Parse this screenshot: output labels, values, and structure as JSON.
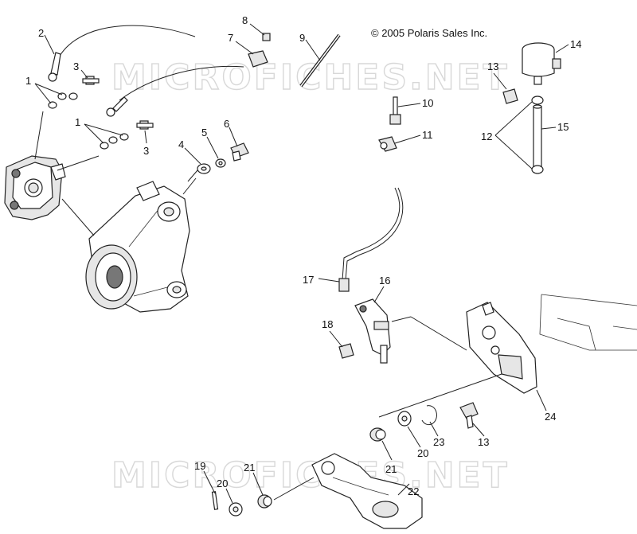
{
  "copyright": "© 2005 Polaris Sales Inc.",
  "watermark": "MICROFICHES.NET",
  "callouts": {
    "c1a": "1",
    "c1b": "1",
    "c2": "2",
    "c3a": "3",
    "c3b": "3",
    "c4": "4",
    "c5": "5",
    "c6": "6",
    "c7": "7",
    "c8": "8",
    "c9": "9",
    "c10": "10",
    "c11": "11",
    "c12": "12",
    "c13a": "13",
    "c13b": "13",
    "c14": "14",
    "c15": "15",
    "c16": "16",
    "c17": "17",
    "c18": "18",
    "c19": "19",
    "c20a": "20",
    "c20b": "20",
    "c21a": "21",
    "c21b": "21",
    "c22": "22",
    "c23": "23",
    "c24": "24"
  }
}
